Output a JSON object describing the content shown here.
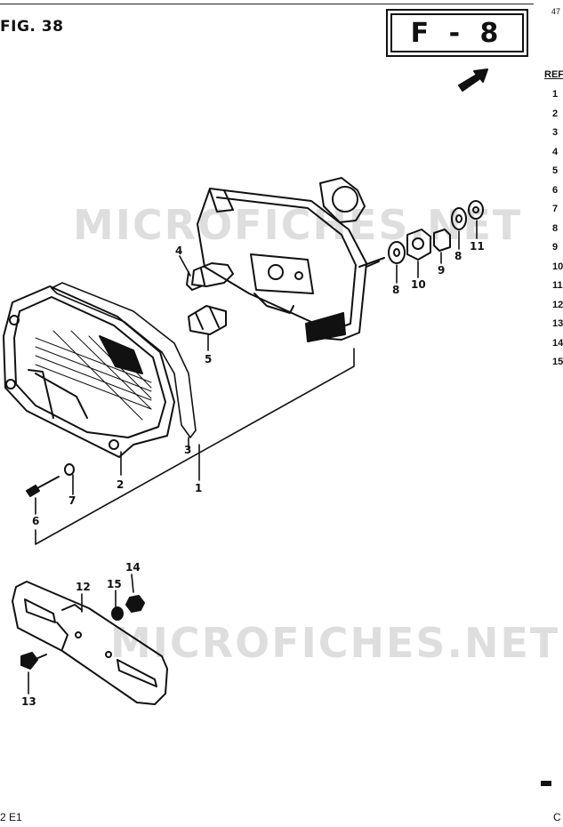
{
  "figure": {
    "title": "FIG. 38",
    "section_code": "F - 8",
    "corner_number": "47",
    "reference_header": "REF",
    "reference_numbers": [
      "1",
      "2",
      "3",
      "4",
      "5",
      "6",
      "7",
      "8",
      "9",
      "10",
      "11",
      "12",
      "13",
      "14",
      "15"
    ],
    "footer_left": "2 E1",
    "footer_right": "C",
    "watermark": "MICROFICHES.NET"
  },
  "callouts": [
    "1",
    "2",
    "3",
    "4",
    "5",
    "6",
    "7",
    "8",
    "8",
    "9",
    "10",
    "11",
    "12",
    "13",
    "14",
    "15"
  ],
  "colors": {
    "ink": "#111111",
    "watermark": "#d9d9d9",
    "background": "#ffffff"
  }
}
